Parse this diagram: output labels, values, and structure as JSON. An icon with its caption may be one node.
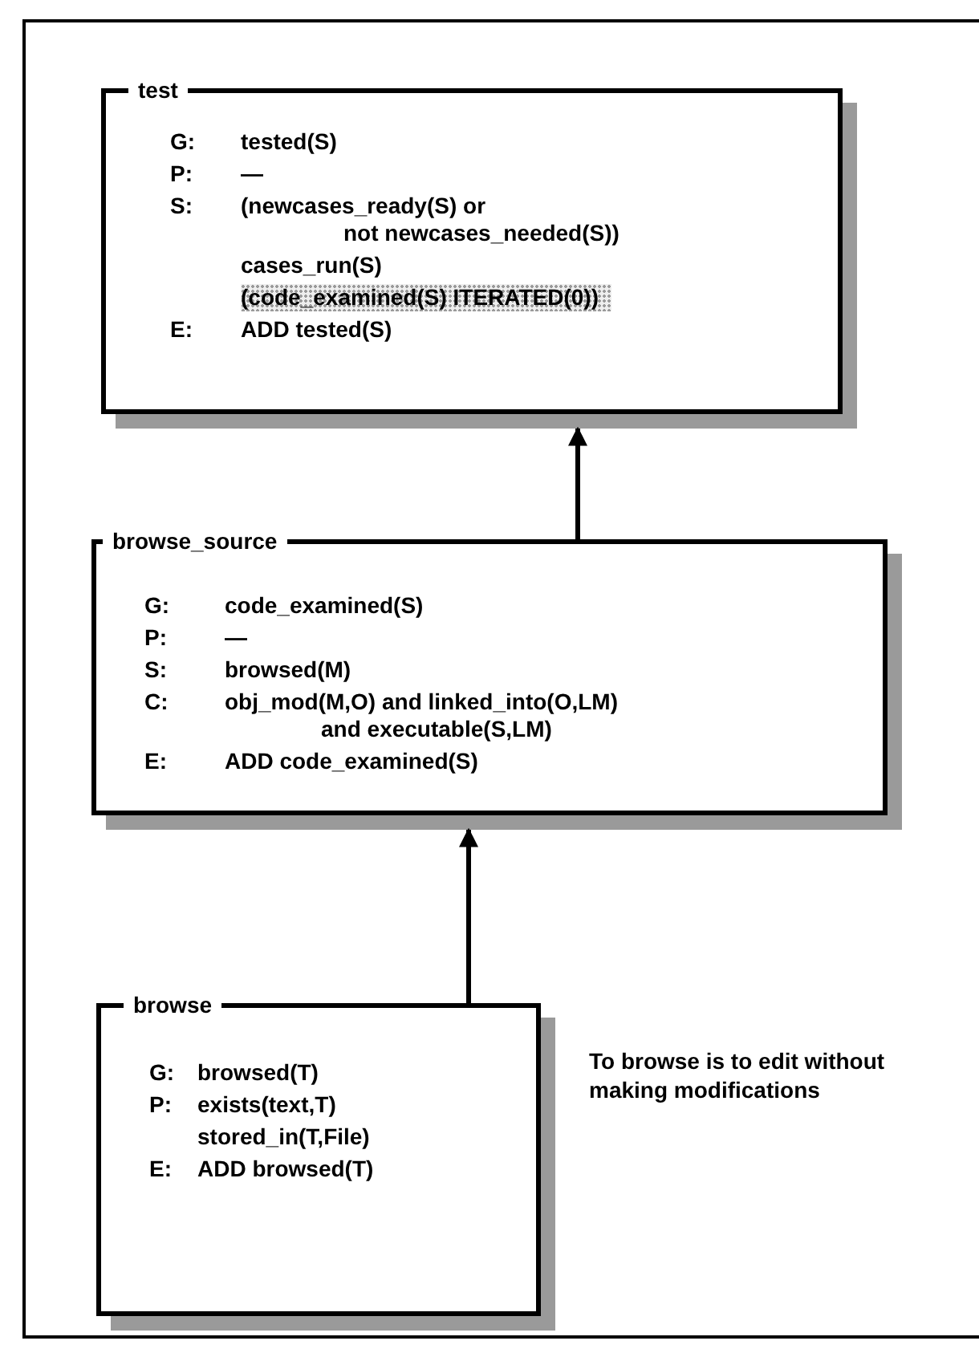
{
  "diagram": {
    "nodes": [
      {
        "text": [
          "test",
          "G:",
          "tested(S)",
          "P:",
          "—",
          "S:",
          "(newcases_ready(S) or not newcases_needed(S))",
          "cases_run(S)",
          "(code_examined(S) ITERATED(0))",
          "E:",
          "ADD tested(S)"
        ]
      },
      {
        "text": [
          "browse_source",
          "G:",
          "code_examined(S)",
          "P:",
          "—",
          "S:",
          "browsed(M)",
          "C:",
          "obj_mod(M,O) and linked_into(O,LM) and executable(S,LM)",
          "E:",
          "ADD code_examined(S)"
        ]
      },
      {
        "text": [
          "browse",
          "G:",
          "browsed(T)",
          "P:",
          "exists(text,T)",
          "stored_in(T,File)",
          "E:",
          "ADD browsed(T)"
        ],
        "beside": [
          "To browse is to edit without making modifications"
        ]
      }
    ],
    "edges": [
      {
        "from": 1,
        "to": 0,
        "arrow": "to"
      },
      {
        "from": 2,
        "to": 1,
        "arrow": "to"
      }
    ]
  }
}
